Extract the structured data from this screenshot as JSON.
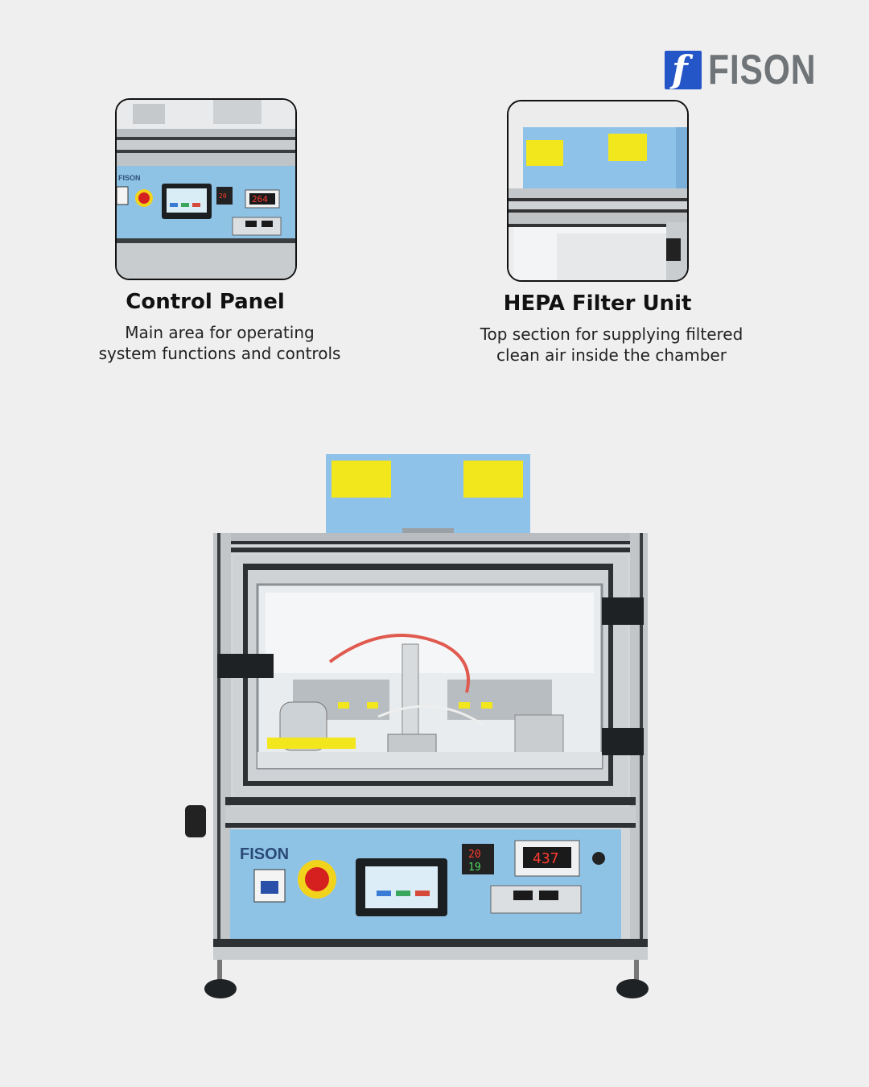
{
  "brand": {
    "name": "FISON",
    "mark": "f"
  },
  "features": [
    {
      "title": "Control Panel",
      "desc_line1": "Main area for operating",
      "desc_line2": "system functions and controls"
    },
    {
      "title": "HEPA Filter Unit",
      "desc_line1": "Top section for supplying filtered",
      "desc_line2": "clean air inside the chamber"
    }
  ],
  "panel": {
    "brand_label": "FISON",
    "display_main": "437",
    "display_small_top": "20",
    "display_small_bottom": "19",
    "thumb_display": "264",
    "thumb_brand": "FISON"
  },
  "colors": {
    "accent": "#2556c8",
    "panel_blue": "#8fc3e6",
    "hepa_blue": "#8ec2e8",
    "label_yellow": "#f2e61c"
  }
}
